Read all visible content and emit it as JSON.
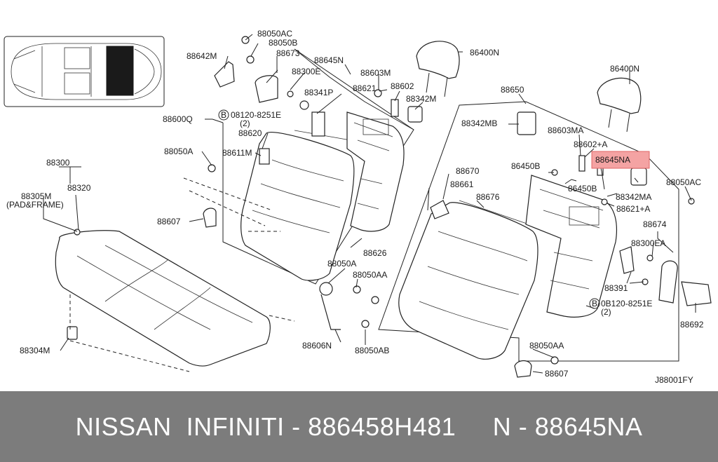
{
  "diagram": {
    "callouts": [
      {
        "id": "c1",
        "text": "88050AC"
      },
      {
        "id": "c2",
        "text": "88050B"
      },
      {
        "id": "c3",
        "text": "88642M"
      },
      {
        "id": "c4",
        "text": "88673"
      },
      {
        "id": "c5",
        "text": "88645N"
      },
      {
        "id": "c6",
        "text": "88300E"
      },
      {
        "id": "c7",
        "text": "88603M"
      },
      {
        "id": "c8",
        "text": "86400N"
      },
      {
        "id": "c9",
        "text": "88621"
      },
      {
        "id": "c10",
        "text": "88602"
      },
      {
        "id": "c11",
        "text": "88341P"
      },
      {
        "id": "c12",
        "text": "88342M"
      },
      {
        "id": "c13",
        "text": "88600Q"
      },
      {
        "id": "c14",
        "text": "08120-8251E"
      },
      {
        "id": "c15",
        "text": "(2)"
      },
      {
        "id": "c16",
        "text": "88620"
      },
      {
        "id": "c17",
        "text": "88050A"
      },
      {
        "id": "c18",
        "text": "88611M"
      },
      {
        "id": "c19",
        "text": "88300"
      },
      {
        "id": "c20",
        "text": "88305M"
      },
      {
        "id": "c21",
        "text": "88320"
      },
      {
        "id": "c22",
        "text": "(PAD&FRAME)"
      },
      {
        "id": "c23",
        "text": "88607"
      },
      {
        "id": "c24",
        "text": "88626"
      },
      {
        "id": "c25",
        "text": "88050A"
      },
      {
        "id": "c26",
        "text": "88050AA"
      },
      {
        "id": "c27",
        "text": "88304M"
      },
      {
        "id": "c28",
        "text": "88606N"
      },
      {
        "id": "c29",
        "text": "88050AB"
      },
      {
        "id": "c30",
        "text": "86400N"
      },
      {
        "id": "c31",
        "text": "88650"
      },
      {
        "id": "c32",
        "text": "88342MB"
      },
      {
        "id": "c33",
        "text": "88603MA"
      },
      {
        "id": "c34",
        "text": "88602+A"
      },
      {
        "id": "c35",
        "text": "88645NA"
      },
      {
        "id": "c36",
        "text": "86450B"
      },
      {
        "id": "c37",
        "text": "88670"
      },
      {
        "id": "c38",
        "text": "86450B"
      },
      {
        "id": "c39",
        "text": "88050AC"
      },
      {
        "id": "c40",
        "text": "88661"
      },
      {
        "id": "c41",
        "text": "88676"
      },
      {
        "id": "c42",
        "text": "88342MA"
      },
      {
        "id": "c43",
        "text": "88621+A"
      },
      {
        "id": "c44",
        "text": "88674"
      },
      {
        "id": "c45",
        "text": "88300EA"
      },
      {
        "id": "c46",
        "text": "88391"
      },
      {
        "id": "c47",
        "text": "0B120-8251E"
      },
      {
        "id": "c48",
        "text": "(2)"
      },
      {
        "id": "c49",
        "text": "88692"
      },
      {
        "id": "c50",
        "text": "88050AA"
      },
      {
        "id": "c51",
        "text": "88607"
      },
      {
        "id": "c52",
        "text": "J88001FY"
      }
    ],
    "bolt_markers": [
      {
        "id": "b1",
        "text": "B"
      },
      {
        "id": "b2",
        "text": "B"
      }
    ],
    "highlight_color": "#f4a3a3",
    "line_color": "#222222"
  },
  "banner": {
    "text": "NISSAN  INFINITI - 886458H481     N - 88645NA",
    "background": "#7c7c7c",
    "text_color": "#ffffff"
  }
}
